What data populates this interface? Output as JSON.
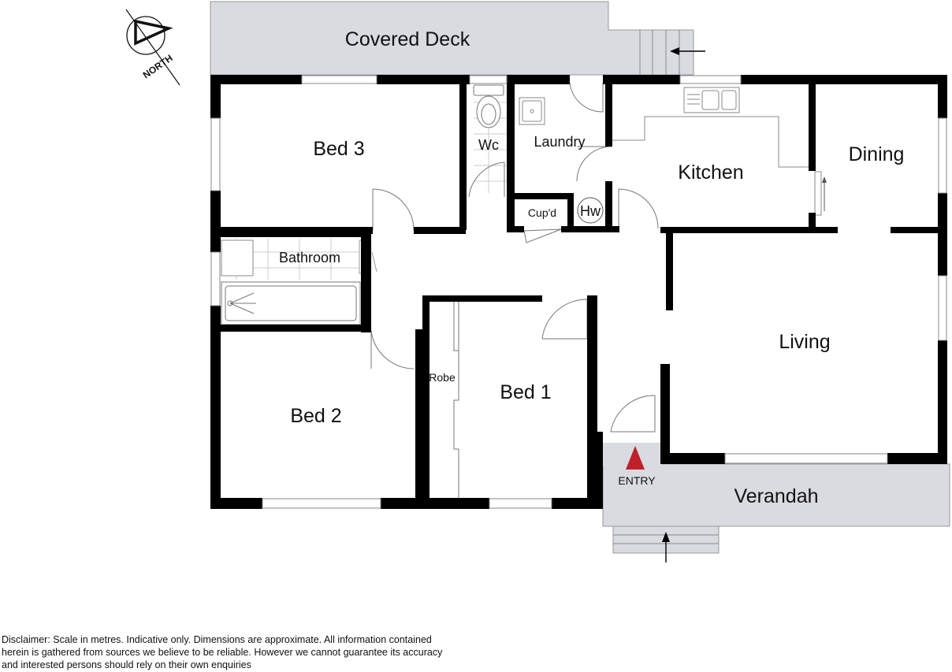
{
  "compass": {
    "label": "NORTH"
  },
  "rooms": {
    "covered_deck": "Covered Deck",
    "bed3": "Bed 3",
    "wc": "Wc",
    "laundry": "Laundry",
    "kitchen": "Kitchen",
    "dining": "Dining",
    "cupboard": "Cup'd",
    "hot_water": "Hw",
    "bathroom": "Bathroom",
    "living": "Living",
    "robe": "Robe",
    "bed1": "Bed 1",
    "bed2": "Bed 2",
    "entry": "ENTRY",
    "verandah": "Verandah"
  },
  "disclaimer": {
    "line1": "Disclaimer: Scale in metres. Indicative only. Dimensions are approximate. All information contained",
    "line2": "herein is gathered from sources we believe to be reliable. However we cannot guarantee its accuracy",
    "line3": "and interested persons should rely on their own enquiries"
  },
  "colors": {
    "wall": "#000000",
    "outdoor_area": "#d9dbe0",
    "entry_marker": "#c0202a"
  }
}
